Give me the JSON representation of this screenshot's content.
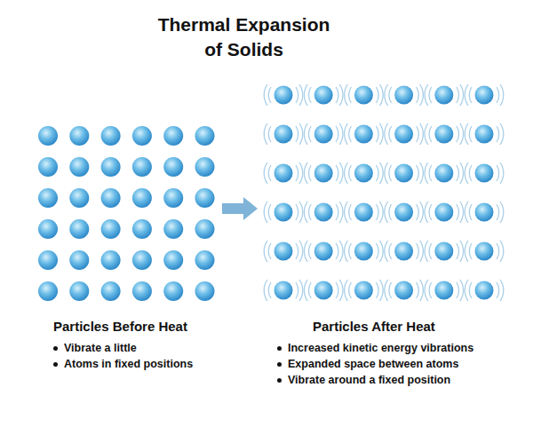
{
  "diagram": {
    "title": "Thermal Expansion of Solids",
    "labels": [
      "Particles Before Heat",
      "Vibrate a little",
      "Atoms in fixed positions",
      "Particles After Heat",
      "Increased kinetic energy vibrations",
      "Expanded space between atoms",
      "Vibrate around a fixed position"
    ]
  }
}
